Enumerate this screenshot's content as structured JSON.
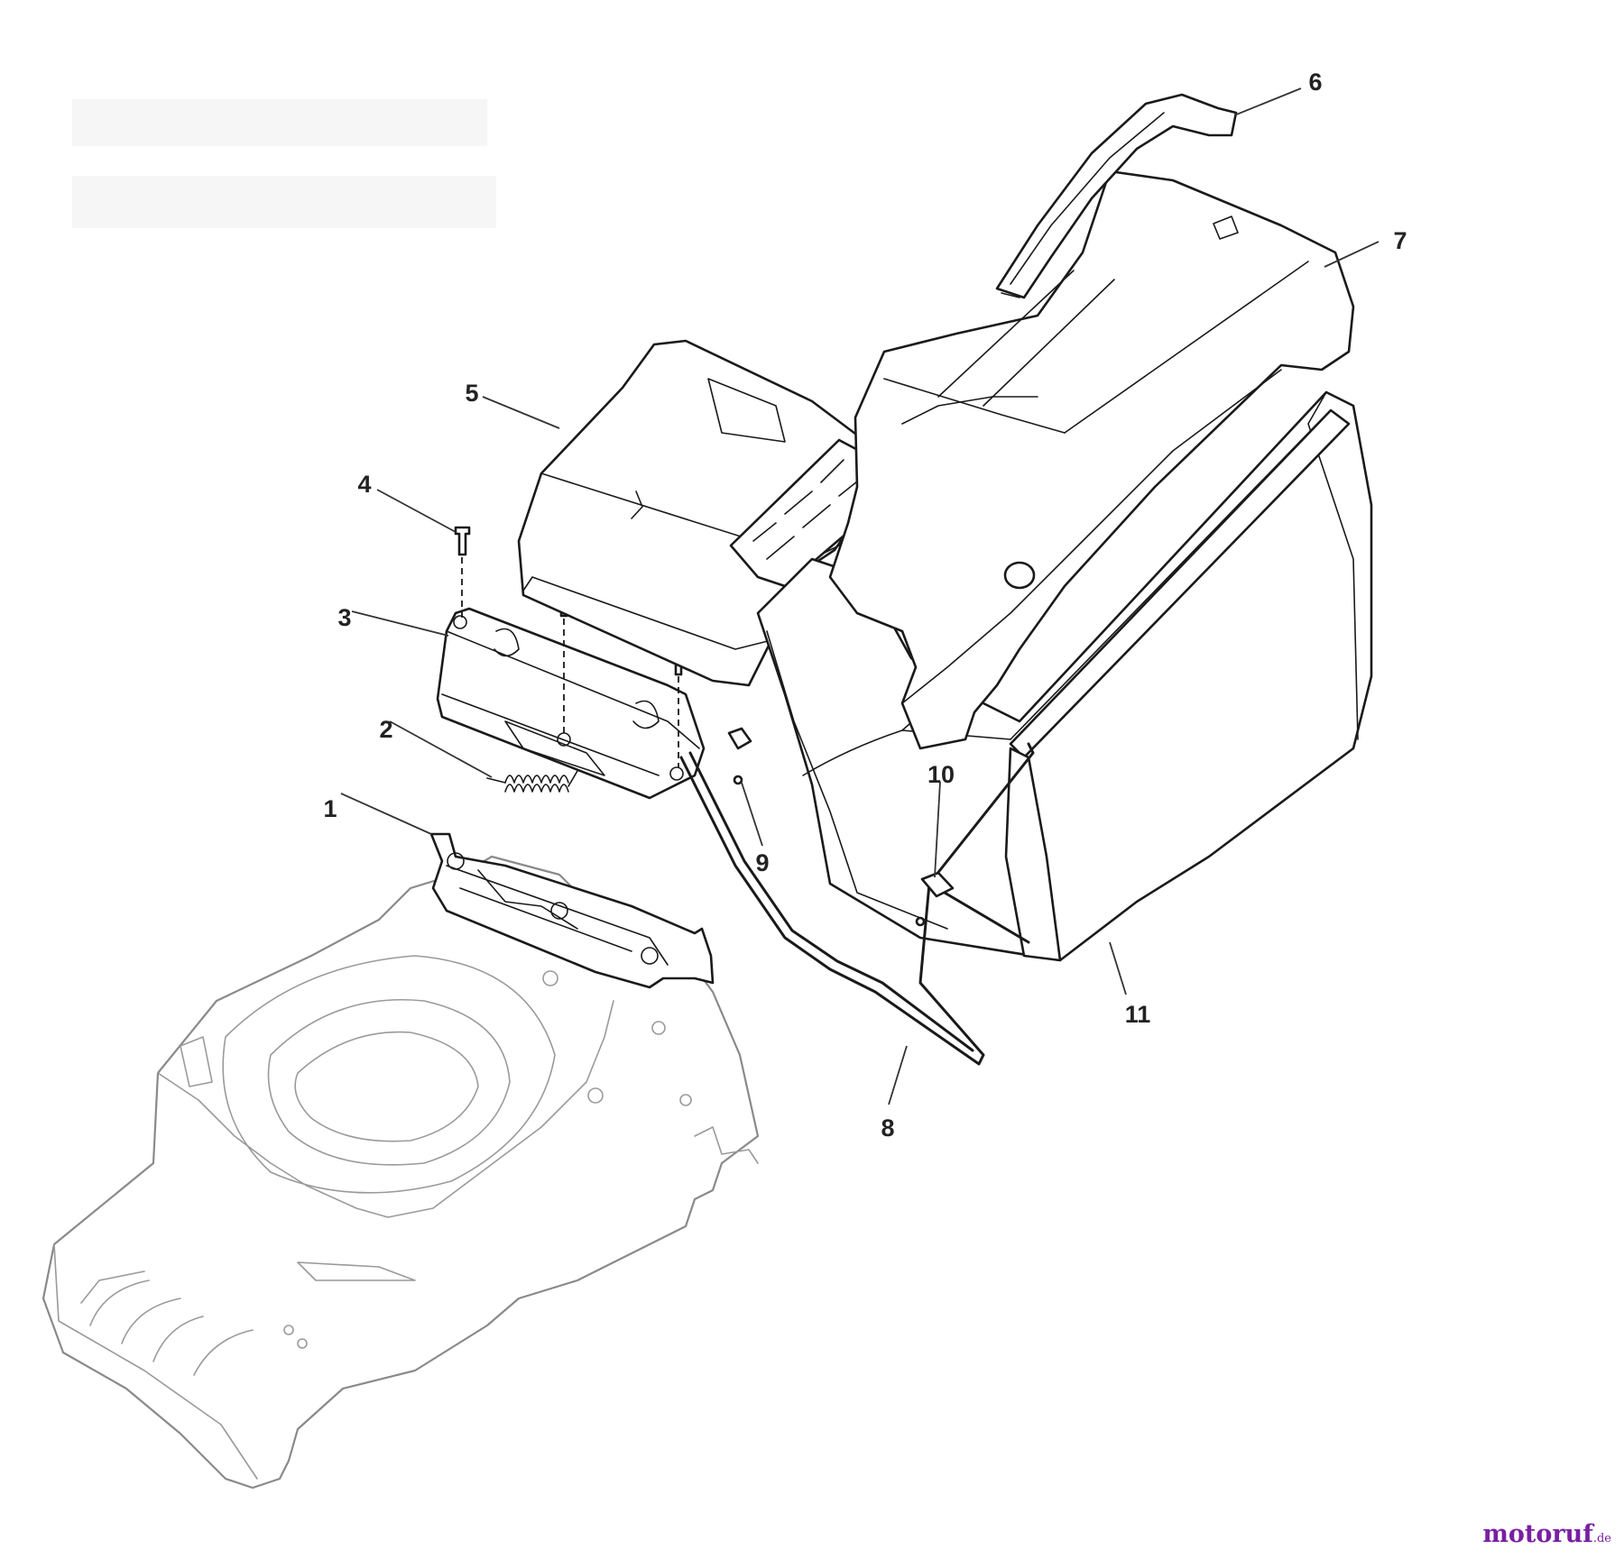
{
  "diagram": {
    "callouts": [
      {
        "id": "c1",
        "label": "1"
      },
      {
        "id": "c2",
        "label": "2"
      },
      {
        "id": "c3",
        "label": "3"
      },
      {
        "id": "c4",
        "label": "4"
      },
      {
        "id": "c5",
        "label": "5"
      },
      {
        "id": "c6",
        "label": "6"
      },
      {
        "id": "c7",
        "label": "7"
      },
      {
        "id": "c8",
        "label": "8"
      },
      {
        "id": "c9",
        "label": "9"
      },
      {
        "id": "c10",
        "label": "10"
      },
      {
        "id": "c11",
        "label": "11"
      }
    ]
  },
  "watermark": {
    "brand": "motoruf",
    "tld": ".de"
  }
}
